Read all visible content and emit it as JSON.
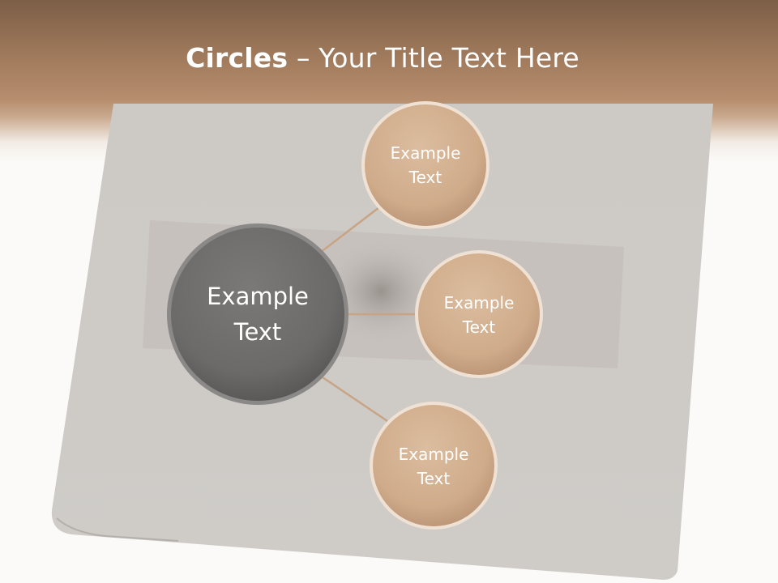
{
  "slide": {
    "title_bold": "Circles",
    "title_rest": " – Your Title Text Here"
  },
  "diagram": {
    "center": {
      "label": "Example\nText"
    },
    "nodes": [
      {
        "label": "Example\nText"
      },
      {
        "label": "Example\nText"
      },
      {
        "label": "Example\nText"
      }
    ]
  },
  "colors": {
    "header_brown": "#a07a5c",
    "center_circle": "#6e6d6c",
    "node_circle": "#d1b092",
    "connector": "#c8a485",
    "text": "#ffffff"
  }
}
